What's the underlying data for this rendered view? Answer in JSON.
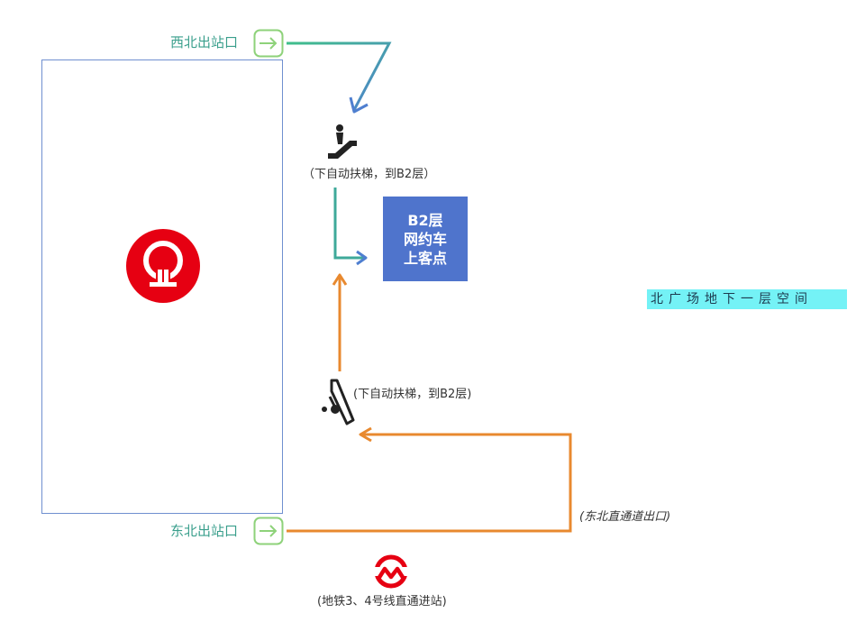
{
  "exits": {
    "northwest": "西北出站口",
    "northeast": "东北出站口"
  },
  "escalator_top": {
    "icon": "escalator-person-icon",
    "caption": "（下自动扶梯，到B2层）"
  },
  "escalator_bottom": {
    "icon": "escalator-down-icon",
    "caption": "(下自动扶梯，到B2层)"
  },
  "b2_box": {
    "line1": "B2层",
    "line2": "网约车",
    "line3": "上客点"
  },
  "area_label": "北广场地下一层空间",
  "northeast_passage": "(东北直通道出口)",
  "metro": {
    "icon": "shanghai-metro-logo-icon",
    "caption": "(地铁3、4号线直通进站)"
  },
  "railway": {
    "icon": "china-railway-logo-icon"
  },
  "colors": {
    "station_border": "#6f8fd0",
    "exit_green": "#3a9f8c",
    "exit_icon_green": "#8ed27a",
    "teal_path": "#3ea99a",
    "blue_path": "#4f7fd0",
    "orange_path": "#e8892f",
    "b2_box_fill": "#4f74cc",
    "area_label_fill": "#74f2f6",
    "railway_red": "#e60012",
    "metro_red": "#e60012"
  }
}
